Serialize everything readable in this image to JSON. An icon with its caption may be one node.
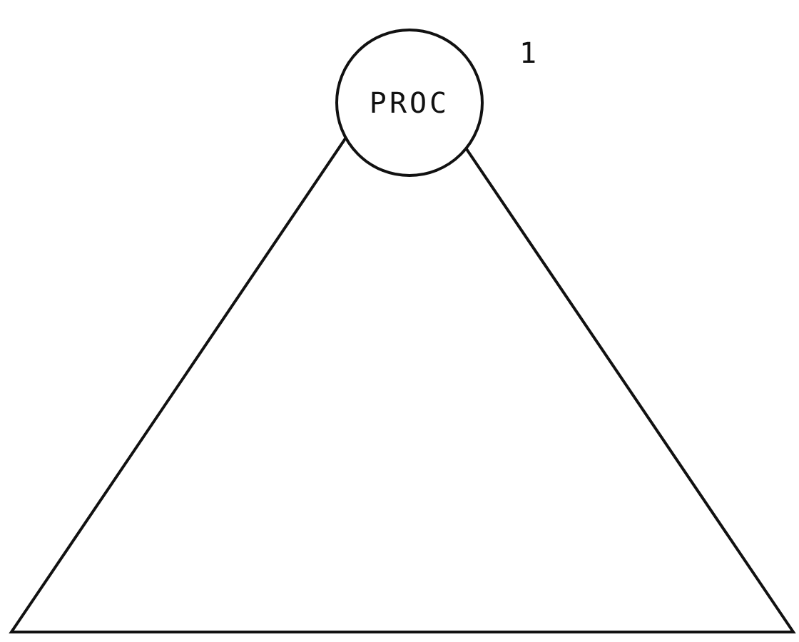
{
  "diagram": {
    "nodes": [
      {
        "text": [
          "PROC"
        ]
      },
      {
        "text": [],
        "shape": "triangle"
      }
    ],
    "labels": [
      "1"
    ]
  }
}
